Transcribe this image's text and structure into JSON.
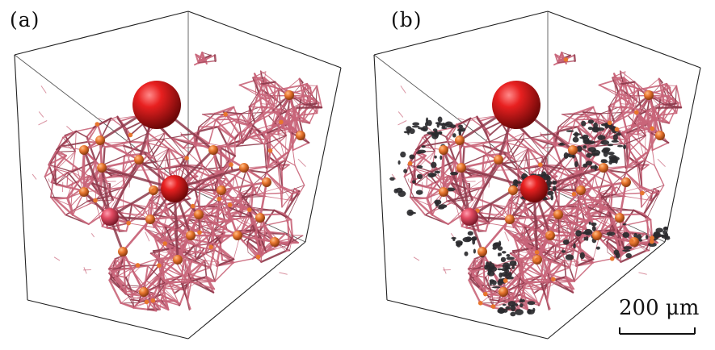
{
  "panels": [
    {
      "label": "(a)",
      "pores": false
    },
    {
      "label": "(b)",
      "pores": true
    }
  ],
  "scale_bar": {
    "label": "200 μm"
  },
  "colors": {
    "throat": "#c9657a",
    "throat_dark": "#8e3a4c",
    "node_orange": "#e8762e",
    "node_red": "#e01818",
    "node_pink": "#e24a62",
    "pore_dark": "#2a2a2e",
    "box_line": "#222222"
  }
}
